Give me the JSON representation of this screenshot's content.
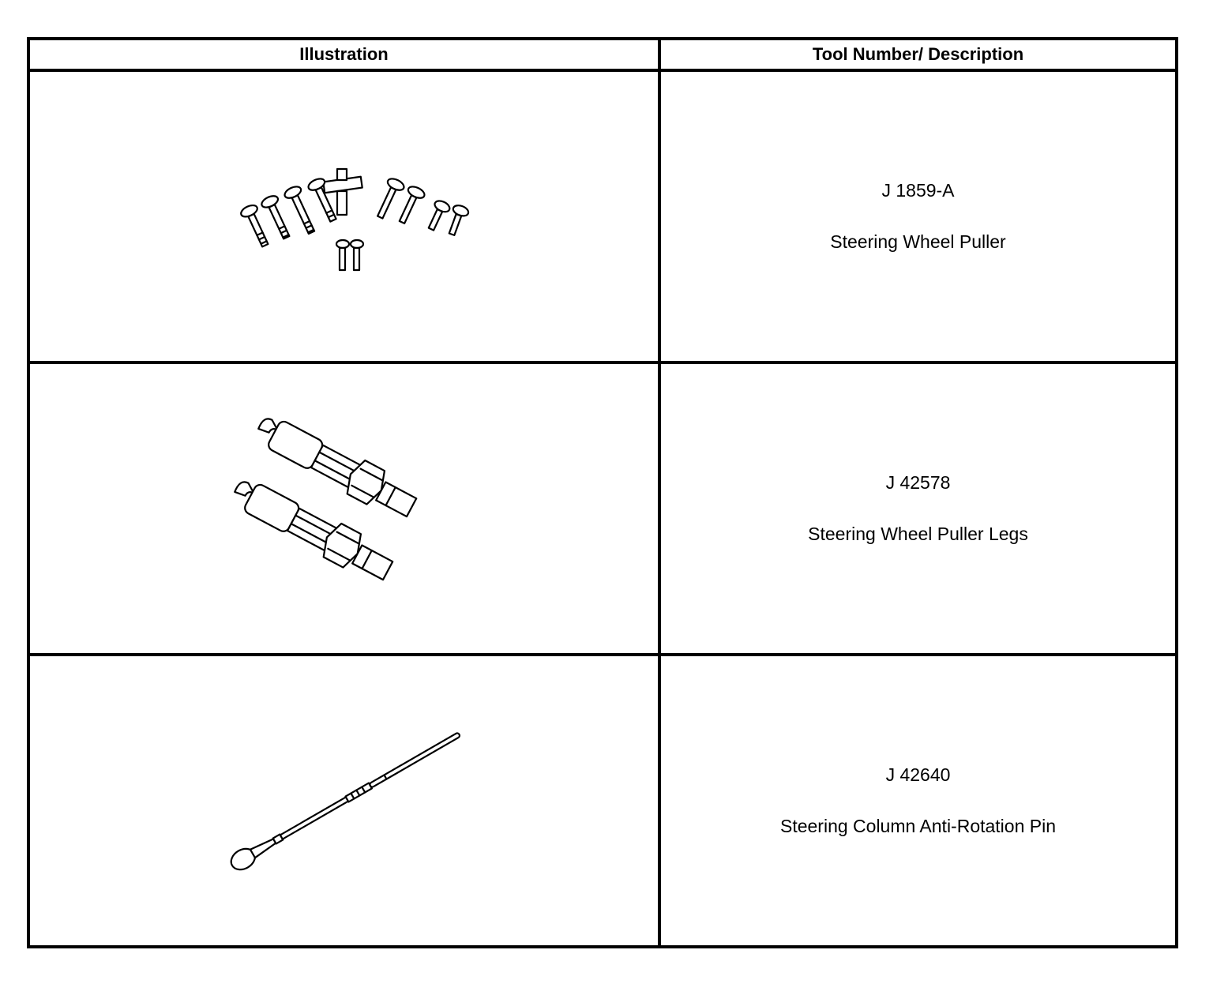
{
  "table": {
    "headers": {
      "illustration": "Illustration",
      "description": "Tool Number/ Description"
    },
    "rows": [
      {
        "tool_number": "J 1859-A",
        "description": "Steering Wheel Puller",
        "illustration_icon": "puller-bolts-icon"
      },
      {
        "tool_number": "J 42578",
        "description": "Steering Wheel Puller Legs",
        "illustration_icon": "puller-legs-icon"
      },
      {
        "tool_number": "J 42640",
        "description": "Steering Column Anti-Rotation Pin",
        "illustration_icon": "anti-rotation-pin-icon"
      }
    ]
  }
}
